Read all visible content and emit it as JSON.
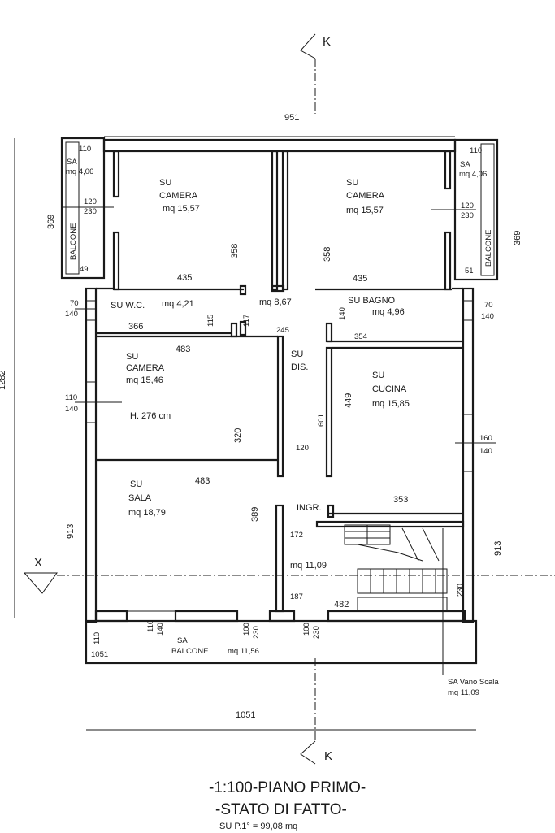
{
  "section_mark": {
    "letter_top": "K",
    "letter_bottom": "K",
    "letter_left": "X"
  },
  "dims": {
    "top_width": "951",
    "bottom_width": "1051",
    "left_height": "1282",
    "left_balcony": "369",
    "right_balcony": "369",
    "left_lower": "913",
    "right_lower": "913",
    "balcony_len": "1051",
    "balcony_depth": "110"
  },
  "rooms": {
    "balcone_left": {
      "sa": "SA",
      "area": "mq 4,06",
      "label": "BALCONE",
      "d1": "110",
      "d2": "120",
      "d3": "230",
      "d4": "49"
    },
    "balcone_right": {
      "sa": "SA",
      "area": "mq 4,06",
      "label": "BALCONE",
      "d1": "110",
      "d2": "120",
      "d3": "230",
      "d4": "51"
    },
    "camera_nw": {
      "su": "SU",
      "name": "CAMERA",
      "area": "mq 15,57",
      "w": "435",
      "h": "358"
    },
    "camera_ne": {
      "su": "SU",
      "name": "CAMERA",
      "area": "mq 15,57",
      "w": "435",
      "h": "358"
    },
    "wc": {
      "label": "SU W.C.",
      "area": "mq 4,21",
      "w": "366",
      "d1": "115",
      "d2": "117",
      "win1": "70",
      "win2": "140"
    },
    "bagno": {
      "label": "SU BAGNO",
      "area": "mq 4,96",
      "w": "354",
      "d1": "140",
      "win1": "70",
      "win2": "140"
    },
    "dis": {
      "su": "SU",
      "name": "DIS.",
      "area": "mq 8,67",
      "d1": "245",
      "d2": "120",
      "d3": "601"
    },
    "camera_w": {
      "su": "SU",
      "name": "CAMERA",
      "area": "mq 15,46",
      "height": "H. 276 cm",
      "w": "483",
      "h": "320",
      "win1": "110",
      "win2": "140"
    },
    "cucina": {
      "su": "SU",
      "name": "CUCINA",
      "area": "mq 15,85",
      "w": "353",
      "h": "449",
      "win1": "160",
      "win2": "140"
    },
    "sala": {
      "su": "SU",
      "name": "SALA",
      "area": "mq 18,79",
      "w": "483",
      "h": "389",
      "win1": "110",
      "win2": "140"
    },
    "ingr": {
      "name": "INGR.",
      "area": "mq 11,09",
      "d1": "172",
      "d2": "187",
      "d3": "482",
      "d4": "230"
    },
    "balcone_south": {
      "sa": "SA",
      "name": "BALCONE",
      "area": "mq 11,56",
      "d1": "100",
      "d2": "230",
      "d3": "100",
      "d4": "230"
    },
    "vano_scala": {
      "label": "SA  Vano Scala",
      "area": "mq 11,09"
    }
  },
  "title": {
    "line1": "-1:100-PIANO PRIMO-",
    "line2": "-STATO  DI  FATTO-",
    "line3": "SU  P.1°  =  99,08 mq"
  }
}
